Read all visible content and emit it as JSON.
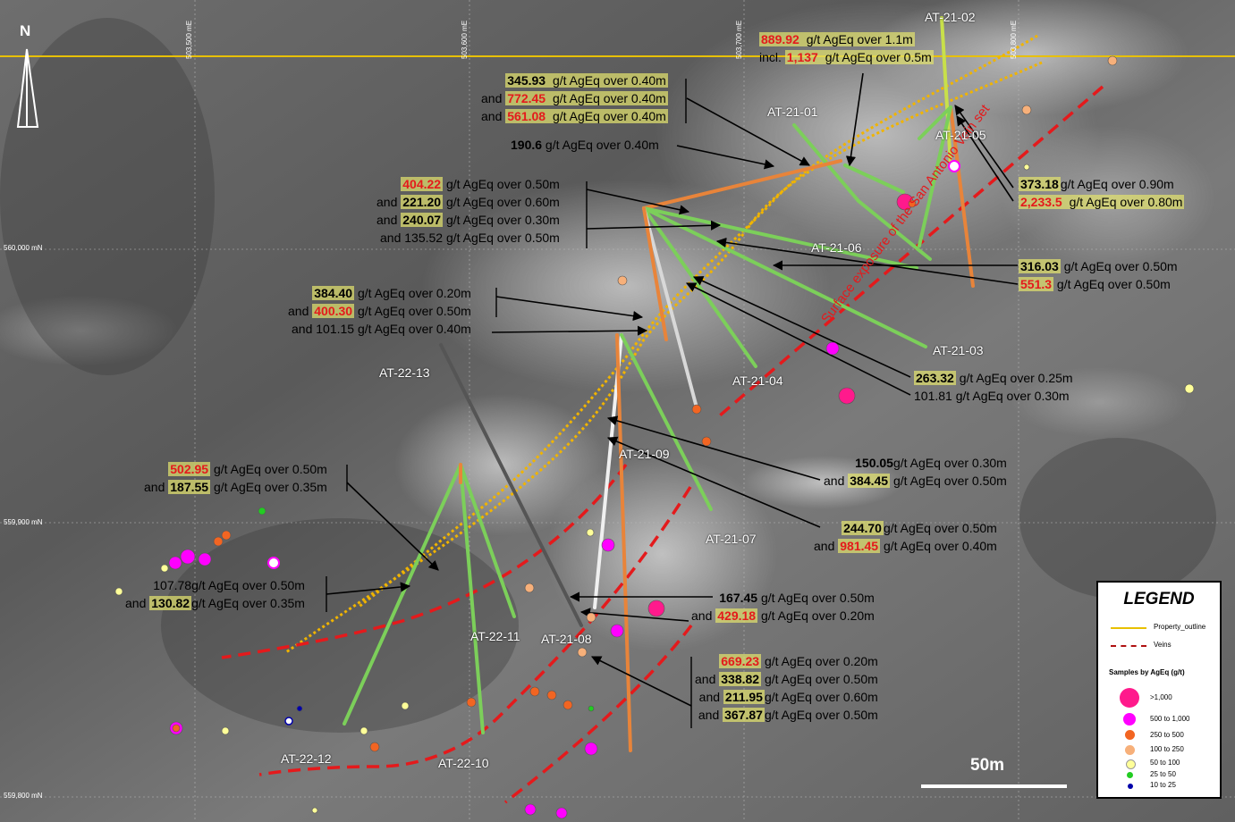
{
  "map": {
    "north_label": "N",
    "scale_label": "50m",
    "vein_label": "Surface exposure of the San Antonio Vein set",
    "easting_labels": [
      "503,500 mE",
      "503,600 mE",
      "503,700 mE",
      "503,800 mE"
    ],
    "northing_labels": [
      "560,000 mN",
      "559,900 mN",
      "559,800 mN"
    ]
  },
  "holes": [
    "AT-21-02",
    "AT-21-01",
    "AT-21-05",
    "AT-21-06",
    "AT-21-03",
    "AT-21-04",
    "AT-22-13",
    "AT-21-09",
    "AT-21-07",
    "AT-22-11",
    "AT-21-08",
    "AT-22-12",
    "AT-22-10"
  ],
  "callouts": [
    {
      "id": "c1",
      "rows": [
        {
          "v": "889.92",
          "hl": true,
          "red": true,
          "t": " g/t AgEq over 1.1m",
          "thl": true
        },
        {
          "p": "incl. ",
          "v": "1,137",
          "hl": true,
          "red": true,
          "t": " g/t AgEq over 0.5m",
          "thl": true
        }
      ]
    },
    {
      "id": "c2",
      "rows": [
        {
          "v": "345.93",
          "hl": true,
          "t": " g/t AgEq over 0.40m",
          "thl": true
        },
        {
          "p": "and ",
          "v": "772.45",
          "hl": true,
          "red": true,
          "t": " g/t AgEq over 0.40m",
          "thl": true
        },
        {
          "p": "and ",
          "v": "561.08",
          "hl": true,
          "red": true,
          "t": " g/t AgEq over 0.40m",
          "thl": true
        }
      ]
    },
    {
      "id": "c3",
      "rows": [
        {
          "v": "190.6",
          "t": " g/t AgEq over 0.40m",
          "bold": true
        }
      ]
    },
    {
      "id": "c4",
      "rows": [
        {
          "v": "404.22",
          "hl": true,
          "red": true,
          "t": " g/t AgEq over 0.50m"
        },
        {
          "p": "and ",
          "v": "221.20",
          "hl": true,
          "t": " g/t AgEq over 0.60m"
        },
        {
          "p": "and ",
          "v": "240.07",
          "hl": true,
          "t": " g/t AgEq over 0.30m"
        },
        {
          "p": "and ",
          "v": "135.52",
          "t": " g/t AgEq over 0.50m",
          "plain": true
        }
      ]
    },
    {
      "id": "c5",
      "rows": [
        {
          "v": "373.18",
          "hl": true,
          "t": "g/t AgEq over 0.90m"
        },
        {
          "v": "2,233.5",
          "hl": true,
          "red": true,
          "t": " g/t AgEq over 0.80m",
          "thl": true
        }
      ]
    },
    {
      "id": "c6",
      "rows": [
        {
          "v": "316.03",
          "hl": true,
          "t": " g/t AgEq over 0.50m"
        },
        {
          "v": "551.3",
          "hl": true,
          "red": true,
          "t": " g/t AgEq over 0.50m"
        }
      ]
    },
    {
      "id": "c7",
      "rows": [
        {
          "v": "384.40",
          "hl": true,
          "t": " g/t AgEq over 0.20m"
        },
        {
          "p": "and ",
          "v": "400.30",
          "hl": true,
          "red": true,
          "t": " g/t AgEq over 0.50m"
        },
        {
          "p": "and ",
          "v": "101.15",
          "t": " g/t AgEq over 0.40m",
          "plain": true
        }
      ]
    },
    {
      "id": "c8",
      "rows": [
        {
          "v": "263.32",
          "hl": true,
          "t": " g/t AgEq over 0.25m"
        },
        {
          "v": "101.81",
          "t": " g/t AgEq over 0.30m",
          "plain": true
        }
      ]
    },
    {
      "id": "c9",
      "rows": [
        {
          "v": "150.05",
          "t": "g/t AgEq over 0.30m",
          "bold": true
        },
        {
          "p": "and ",
          "v": "384.45",
          "hl": true,
          "t": " g/t AgEq over 0.50m"
        }
      ]
    },
    {
      "id": "c10",
      "rows": [
        {
          "v": "502.95",
          "hl": true,
          "red": true,
          "t": " g/t AgEq over 0.50m"
        },
        {
          "p": "and ",
          "v": "187.55",
          "hl": true,
          "t": " g/t AgEq over 0.35m"
        }
      ]
    },
    {
      "id": "c11",
      "rows": [
        {
          "v": "244.70",
          "hl": true,
          "t": "g/t AgEq over 0.50m"
        },
        {
          "p": "and ",
          "v": "981.45",
          "hl": true,
          "red": true,
          "t": " g/t AgEq over 0.40m"
        }
      ]
    },
    {
      "id": "c12",
      "rows": [
        {
          "v": "107.78",
          "t": "g/t AgEq over 0.50m",
          "plain": true
        },
        {
          "p": "and ",
          "v": "130.82",
          "hl": true,
          "t": "g/t AgEq over 0.35m"
        }
      ]
    },
    {
      "id": "c13",
      "rows": [
        {
          "v": "167.45",
          "t": " g/t AgEq over 0.50m",
          "bold": true
        },
        {
          "p": "and ",
          "v": "429.18",
          "hl": true,
          "red": true,
          "t": " g/t AgEq over 0.20m"
        }
      ]
    },
    {
      "id": "c14",
      "rows": [
        {
          "v": "669.23",
          "hl": true,
          "red": true,
          "t": " g/t AgEq over 0.20m"
        },
        {
          "p": "and ",
          "v": "338.82",
          "hl": true,
          "t": " g/t AgEq over 0.50m"
        },
        {
          "p": "and ",
          "v": "211.95",
          "hl": true,
          "t": "g/t AgEq over 0.60m"
        },
        {
          "p": "and ",
          "v": "367.87",
          "hl": true,
          "t": "g/t AgEq over 0.50m"
        }
      ]
    }
  ],
  "legend": {
    "title": "LEGEND",
    "property_outline": "Property_outline",
    "veins": "Veins",
    "samples_heading": "Samples by AgEq (g/t)",
    "classes": [
      {
        "label": ">1,000",
        "color": "#ff1a8c"
      },
      {
        "label": "500 to 1,000",
        "color": "#ff00ff"
      },
      {
        "label": "250 to 500",
        "color": "#f26522"
      },
      {
        "label": "100 to 250",
        "color": "#f7b07a"
      },
      {
        "label": "50 to 100",
        "color": "#ffff99"
      },
      {
        "label": "25 to 50",
        "color": "#22cc22"
      },
      {
        "label": "10 to 25",
        "color": "#0000aa"
      }
    ]
  },
  "colors": {
    "property_outline": "#e8c000",
    "vein": "#e41a1c",
    "vein_dotted": "#f0b400",
    "drill_green": "#7ccf5a",
    "drill_orange": "#e8843a",
    "highlight": "#e1e16e"
  }
}
